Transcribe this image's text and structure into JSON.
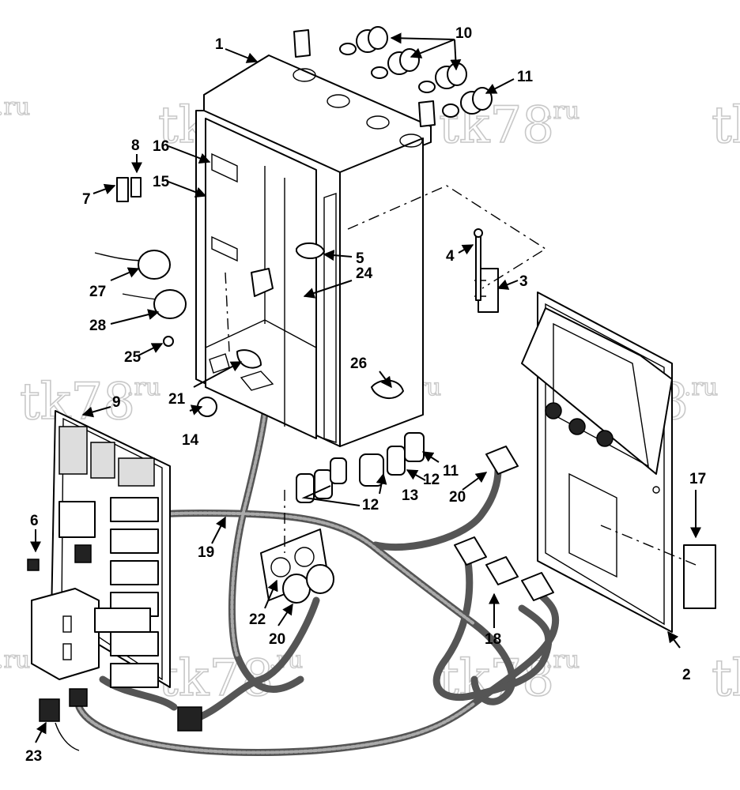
{
  "watermark": {
    "text": "tk78",
    "suffix": ".ru"
  },
  "callouts": [
    {
      "id": "1",
      "text": "1"
    },
    {
      "id": "2",
      "text": "2"
    },
    {
      "id": "3",
      "text": "3"
    },
    {
      "id": "4",
      "text": "4"
    },
    {
      "id": "5",
      "text": "5"
    },
    {
      "id": "6",
      "text": "6"
    },
    {
      "id": "7",
      "text": "7"
    },
    {
      "id": "8",
      "text": "8"
    },
    {
      "id": "9",
      "text": "9"
    },
    {
      "id": "10",
      "text": "10"
    },
    {
      "id": "11a",
      "text": "11"
    },
    {
      "id": "11b",
      "text": "11"
    },
    {
      "id": "12a",
      "text": "12"
    },
    {
      "id": "12b",
      "text": "12"
    },
    {
      "id": "13",
      "text": "13"
    },
    {
      "id": "14",
      "text": "14"
    },
    {
      "id": "15",
      "text": "15"
    },
    {
      "id": "16",
      "text": "16"
    },
    {
      "id": "17",
      "text": "17"
    },
    {
      "id": "18",
      "text": "18"
    },
    {
      "id": "19",
      "text": "19"
    },
    {
      "id": "20a",
      "text": "20"
    },
    {
      "id": "20b",
      "text": "20"
    },
    {
      "id": "21",
      "text": "21"
    },
    {
      "id": "22",
      "text": "22"
    },
    {
      "id": "23",
      "text": "23"
    },
    {
      "id": "24",
      "text": "24"
    },
    {
      "id": "25",
      "text": "25"
    },
    {
      "id": "26",
      "text": "26"
    },
    {
      "id": "27",
      "text": "27"
    },
    {
      "id": "28",
      "text": "28"
    }
  ]
}
